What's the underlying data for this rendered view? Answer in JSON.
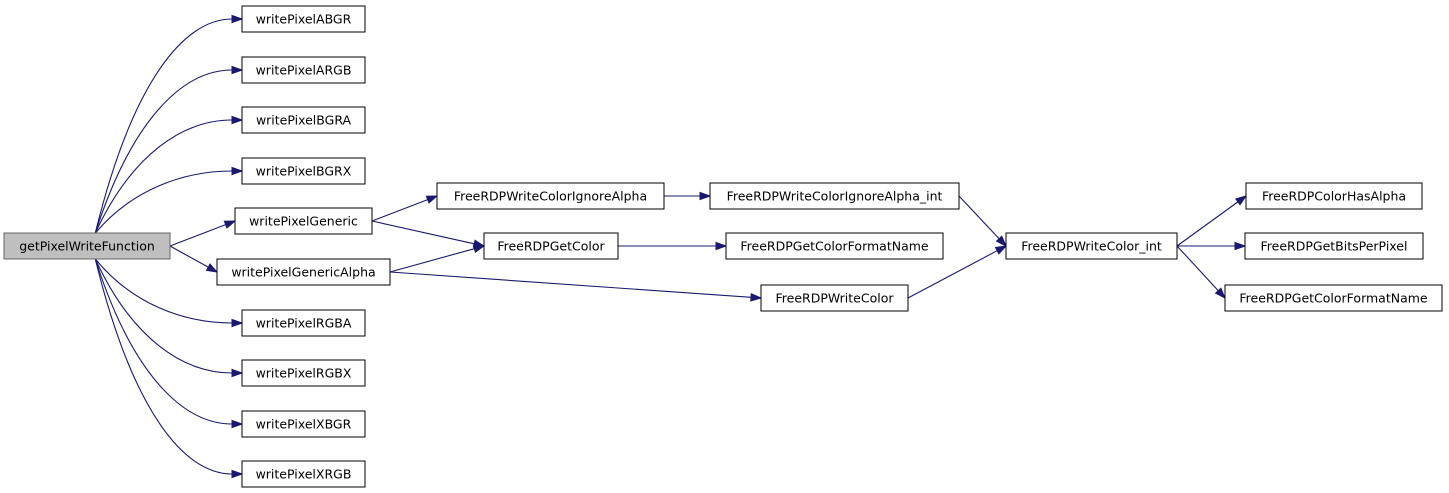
{
  "diagram": {
    "nodes": [
      {
        "id": "getPixelWriteFunction",
        "label": "getPixelWriteFunction",
        "root": true
      },
      {
        "id": "writePixelABGR",
        "label": "writePixelABGR"
      },
      {
        "id": "writePixelARGB",
        "label": "writePixelARGB"
      },
      {
        "id": "writePixelBGRA",
        "label": "writePixelBGRA"
      },
      {
        "id": "writePixelBGRX",
        "label": "writePixelBGRX"
      },
      {
        "id": "writePixelGeneric",
        "label": "writePixelGeneric"
      },
      {
        "id": "writePixelGenericAlpha",
        "label": "writePixelGenericAlpha"
      },
      {
        "id": "writePixelRGBA",
        "label": "writePixelRGBA"
      },
      {
        "id": "writePixelRGBX",
        "label": "writePixelRGBX"
      },
      {
        "id": "writePixelXBGR",
        "label": "writePixelXBGR"
      },
      {
        "id": "writePixelXRGB",
        "label": "writePixelXRGB"
      },
      {
        "id": "FreeRDPWriteColorIgnoreAlpha",
        "label": "FreeRDPWriteColorIgnoreAlpha"
      },
      {
        "id": "FreeRDPGetColor",
        "label": "FreeRDPGetColor"
      },
      {
        "id": "FreeRDPWriteColor",
        "label": "FreeRDPWriteColor"
      },
      {
        "id": "FreeRDPWriteColorIgnoreAlpha_int",
        "label": "FreeRDPWriteColorIgnoreAlpha_int"
      },
      {
        "id": "FreeRDPGetColorFormatName_1",
        "label": "FreeRDPGetColorFormatName"
      },
      {
        "id": "FreeRDPWriteColor_int",
        "label": "FreeRDPWriteColor_int"
      },
      {
        "id": "FreeRDPColorHasAlpha",
        "label": "FreeRDPColorHasAlpha"
      },
      {
        "id": "FreeRDPGetBitsPerPixel",
        "label": "FreeRDPGetBitsPerPixel"
      },
      {
        "id": "FreeRDPGetColorFormatName_2",
        "label": "FreeRDPGetColorFormatName"
      }
    ],
    "edges": [
      [
        "getPixelWriteFunction",
        "writePixelABGR"
      ],
      [
        "getPixelWriteFunction",
        "writePixelARGB"
      ],
      [
        "getPixelWriteFunction",
        "writePixelBGRA"
      ],
      [
        "getPixelWriteFunction",
        "writePixelBGRX"
      ],
      [
        "getPixelWriteFunction",
        "writePixelGeneric"
      ],
      [
        "getPixelWriteFunction",
        "writePixelGenericAlpha"
      ],
      [
        "getPixelWriteFunction",
        "writePixelRGBA"
      ],
      [
        "getPixelWriteFunction",
        "writePixelRGBX"
      ],
      [
        "getPixelWriteFunction",
        "writePixelXBGR"
      ],
      [
        "getPixelWriteFunction",
        "writePixelXRGB"
      ],
      [
        "writePixelGeneric",
        "FreeRDPWriteColorIgnoreAlpha"
      ],
      [
        "writePixelGeneric",
        "FreeRDPGetColor"
      ],
      [
        "writePixelGenericAlpha",
        "FreeRDPGetColor"
      ],
      [
        "writePixelGenericAlpha",
        "FreeRDPWriteColor"
      ],
      [
        "FreeRDPWriteColorIgnoreAlpha",
        "FreeRDPWriteColorIgnoreAlpha_int"
      ],
      [
        "FreeRDPGetColor",
        "FreeRDPGetColorFormatName_1"
      ],
      [
        "FreeRDPWriteColorIgnoreAlpha_int",
        "FreeRDPWriteColor_int"
      ],
      [
        "FreeRDPWriteColor",
        "FreeRDPWriteColor_int"
      ],
      [
        "FreeRDPWriteColor_int",
        "FreeRDPColorHasAlpha"
      ],
      [
        "FreeRDPWriteColor_int",
        "FreeRDPGetBitsPerPixel"
      ],
      [
        "FreeRDPWriteColor_int",
        "FreeRDPGetColorFormatName_2"
      ]
    ]
  }
}
